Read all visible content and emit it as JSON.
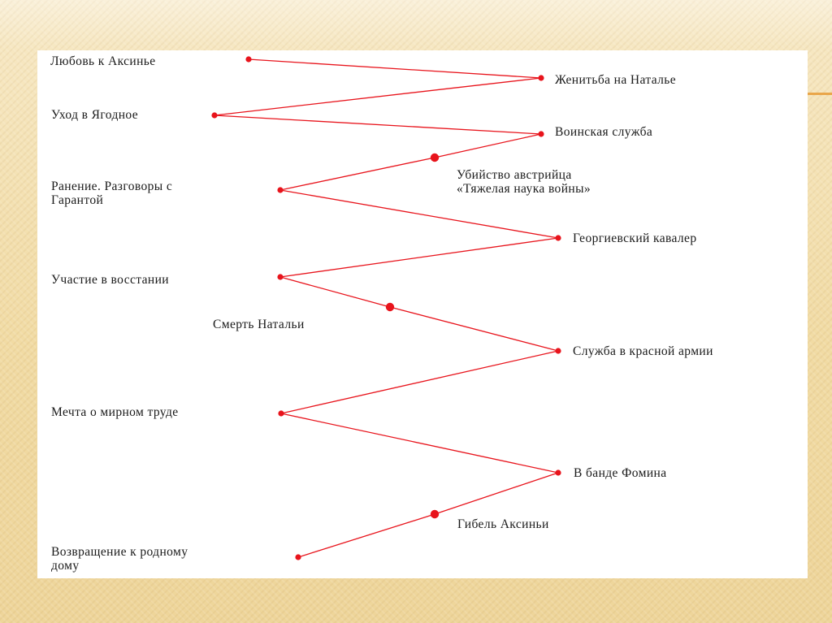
{
  "diagram": {
    "line_color": "#e8141c",
    "events": [
      {
        "id": "love-aksinya",
        "label": "Любовь к Аксинье"
      },
      {
        "id": "marriage-natalya",
        "label": "Женитьба на Наталье"
      },
      {
        "id": "leaving-yagodnoe",
        "label": "Уход в Ягодное"
      },
      {
        "id": "military-service",
        "label": "Воинская служба"
      },
      {
        "id": "killing-austrian",
        "label": "Убийство австрийца\n«Тяжелая наука войны»"
      },
      {
        "id": "wound-talks",
        "label": "Ранение. Разговоры с\nГарантой"
      },
      {
        "id": "st-george-knight",
        "label": "Георгиевский кавалер"
      },
      {
        "id": "uprising",
        "label": "Участие в восстании"
      },
      {
        "id": "death-natalya",
        "label": "Смерть Натальи"
      },
      {
        "id": "red-army",
        "label": "Служба в красной армии"
      },
      {
        "id": "dream-peaceful-labor",
        "label": "Мечта о мирном труде"
      },
      {
        "id": "fomin-gang",
        "label": "В банде Фомина"
      },
      {
        "id": "death-aksinya",
        "label": "Гибель Аксиньи"
      },
      {
        "id": "return-home",
        "label": "Возвращение к родному\nдому"
      }
    ],
    "path_order": [
      "love-aksinya",
      "marriage-natalya",
      "leaving-yagodnoe",
      "military-service",
      "killing-austrian",
      "wound-talks",
      "st-george-knight",
      "uprising",
      "death-natalya",
      "red-army",
      "dream-peaceful-labor",
      "fomin-gang",
      "death-aksinya",
      "return-home"
    ]
  }
}
